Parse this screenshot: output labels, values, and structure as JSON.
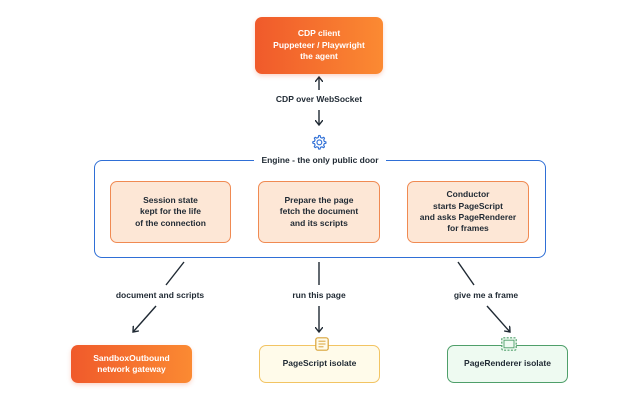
{
  "client": {
    "lines": [
      "CDP client",
      "Puppeteer / Playwright",
      "the agent"
    ]
  },
  "transport_label": "CDP over WebSocket",
  "engine": {
    "title": "Engine - the only public door",
    "steps": [
      {
        "lines": [
          "Session state",
          "kept for the life",
          "of the connection"
        ]
      },
      {
        "lines": [
          "Prepare the page",
          "fetch the document",
          "and its scripts"
        ]
      },
      {
        "lines": [
          "Conductor",
          "starts PageScript",
          "and asks PageRenderer",
          "for frames"
        ]
      }
    ]
  },
  "edges": {
    "left": "document and scripts",
    "middle": "run this page",
    "right": "give me a frame"
  },
  "outputs": {
    "sandbox": {
      "lines": [
        "SandboxOutbound",
        "network gateway"
      ]
    },
    "pagescript": {
      "label": "PageScript isolate"
    },
    "pagerenderer": {
      "label": "PageRenderer isolate"
    }
  },
  "icons": {
    "engine": "gear-icon",
    "pagescript": "document-icon",
    "pagerenderer": "frame-icon"
  },
  "colors": {
    "accent_orange": "#f05a2b",
    "engine_border": "#2f6fd6",
    "pagescript_border": "#f2c463",
    "pagerenderer_border": "#4f9f6a"
  }
}
